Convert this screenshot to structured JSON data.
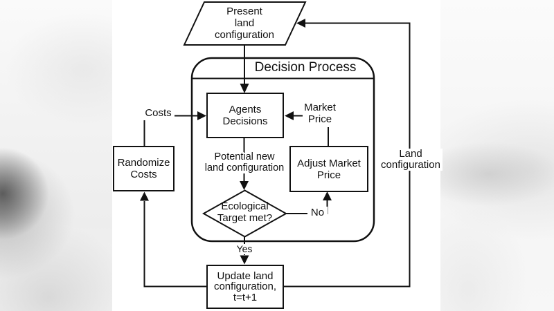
{
  "nodes": {
    "present_land": {
      "label": "Present\nland\nconfiguration"
    },
    "decision_process": {
      "title": "Decision Process"
    },
    "agents_decisions": {
      "label": "Agents\nDecisions"
    },
    "market_price": {
      "label": "Market\nPrice"
    },
    "adjust_market_price": {
      "label": "Adjust Market\nPrice"
    },
    "potential_new": {
      "label": "Potential new\nland configuration"
    },
    "ecological_target": {
      "label": "Ecological\nTarget met?"
    },
    "randomize_costs": {
      "label": "Randomize\nCosts"
    },
    "update_land": {
      "label": "Update land\nconfiguration,\nt=t+1"
    }
  },
  "edge_labels": {
    "costs": "Costs",
    "no": "No",
    "yes": "Yes",
    "land_configuration": "Land\nconfiguration"
  },
  "colors": {
    "ink": "#111111",
    "panel": "#ffffff"
  }
}
